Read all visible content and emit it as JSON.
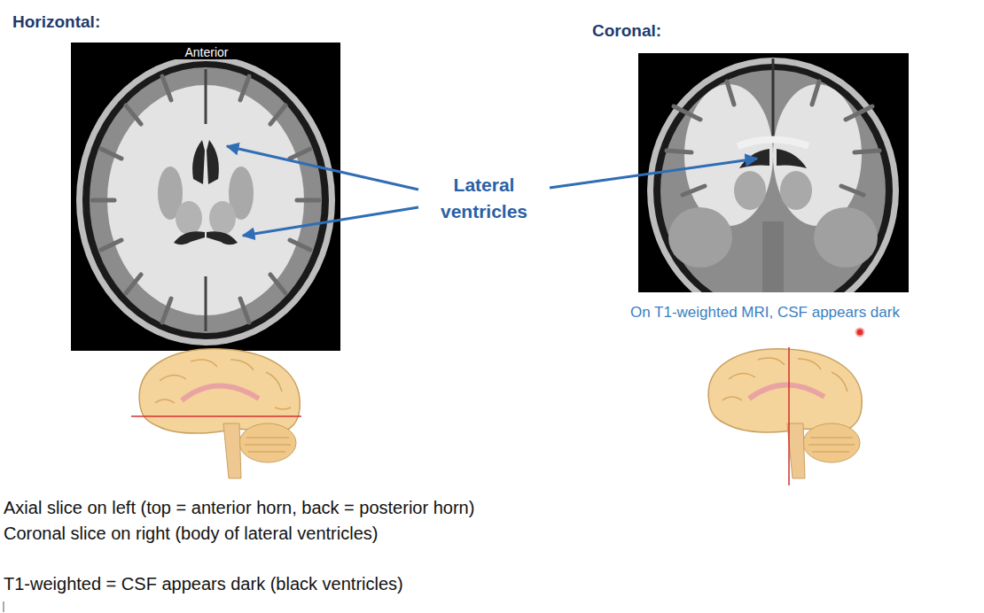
{
  "diagram": {
    "labels": [
      "Horizontal:",
      "Anterior",
      "Coronal:",
      "Lateral ventricles",
      "On T1-weighted MRI, CSF appears dark",
      "Axial slice on left (top = anterior horn, back = posterior horn)",
      "Coronal slice on right (body of lateral ventricles)",
      "T1-weighted = CSF appears dark (black ventricles)"
    ]
  }
}
